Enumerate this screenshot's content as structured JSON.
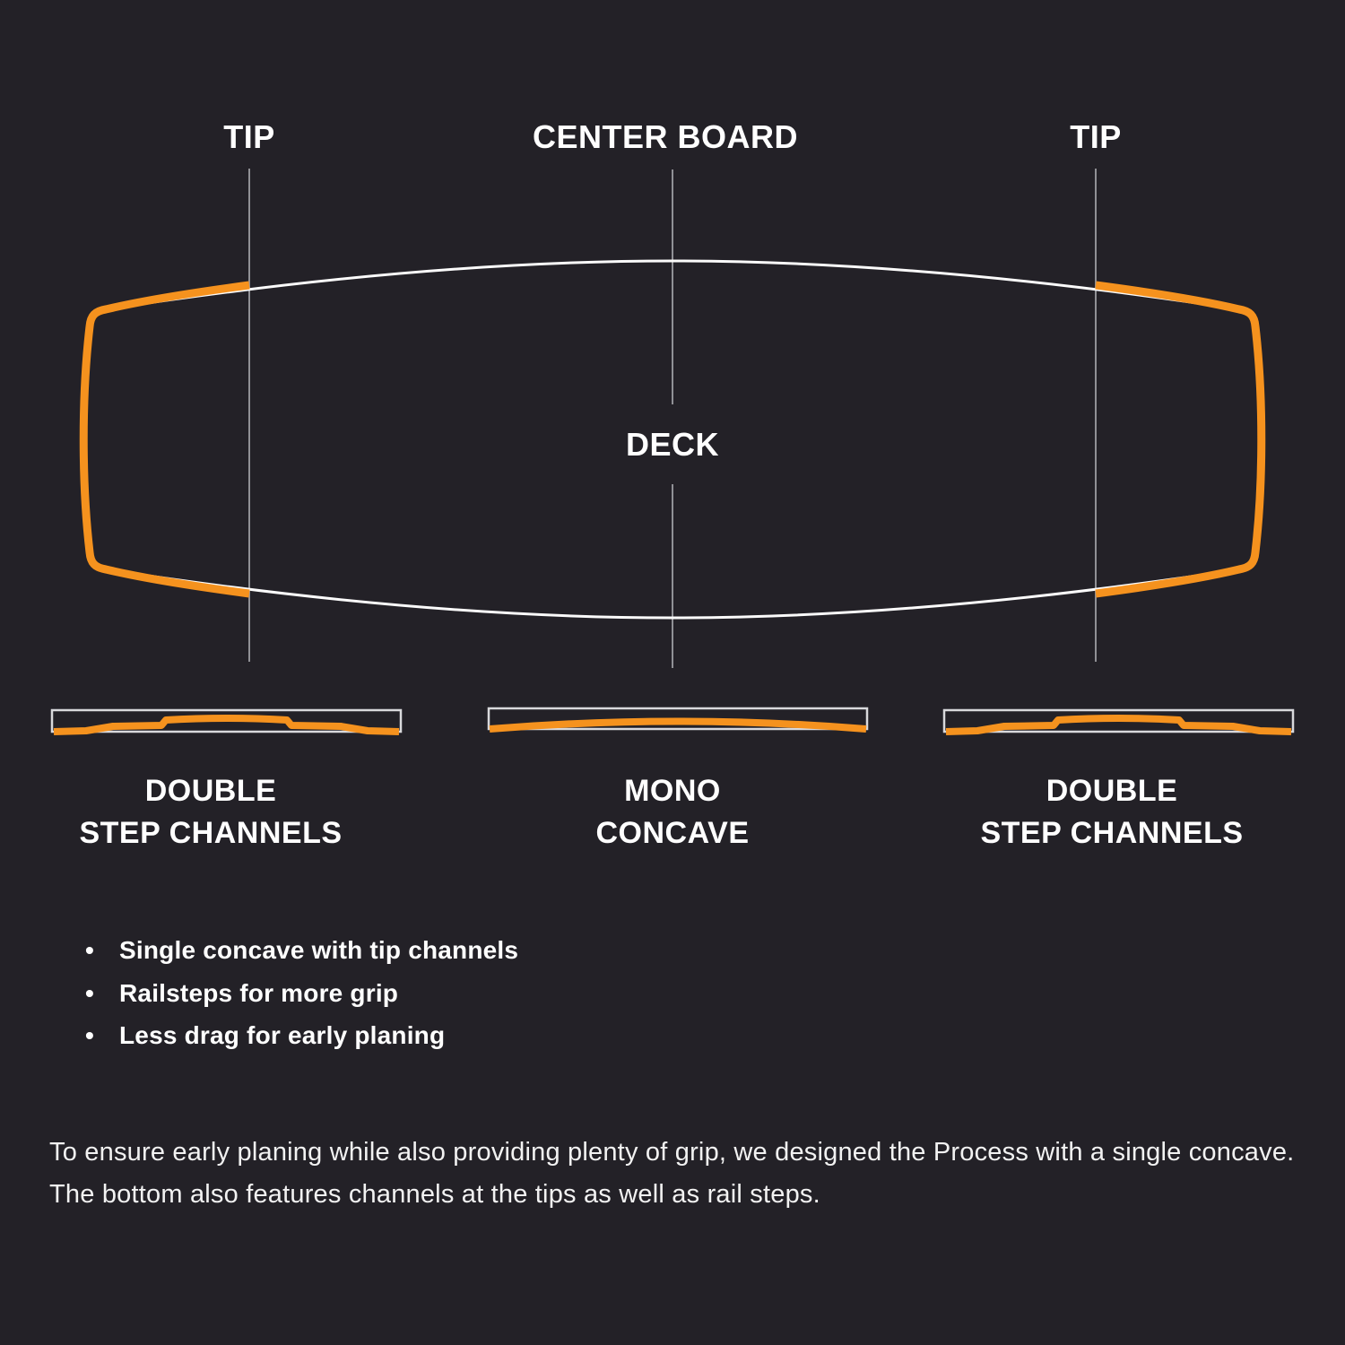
{
  "colors": {
    "background": "#232127",
    "accent_orange": "#F5921E",
    "outline_white": "#FBFBFB",
    "guide_gray": "#909095",
    "text_white": "#FFFFFF"
  },
  "labels": {
    "tip_left": "TIP",
    "center_board": "CENTER BOARD",
    "tip_right": "TIP",
    "deck": "DECK"
  },
  "profiles": {
    "left": {
      "line1": "DOUBLE",
      "line2": "STEP CHANNELS"
    },
    "center": {
      "line1": "MONO",
      "line2": "CONCAVE"
    },
    "right": {
      "line1": "DOUBLE",
      "line2": "STEP CHANNELS"
    }
  },
  "features": {
    "bullet_glyph": "•",
    "bullets": [
      "Single concave with tip channels",
      "Railsteps for more grip",
      "Less drag for early planing"
    ]
  },
  "description": {
    "text": "To ensure early planing while also providing plenty of grip, we designed the Process with a single concave. The bottom also features channels at the tips as well as rail steps."
  }
}
